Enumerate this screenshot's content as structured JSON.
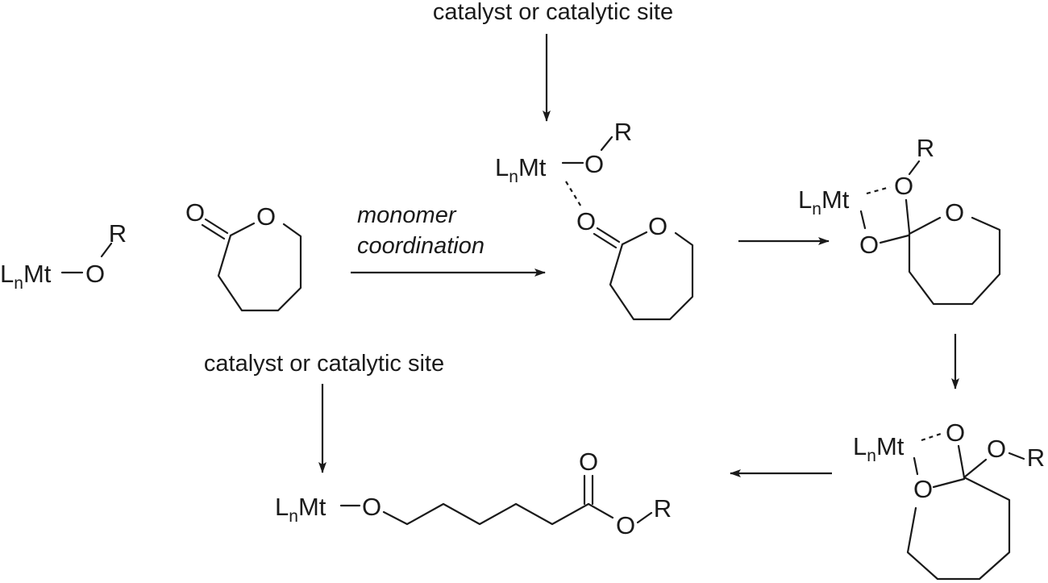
{
  "labels": {
    "catalyst_top": "catalyst or catalytic site",
    "catalyst_bottom": "catalyst or catalytic site",
    "step_line1": "monomer",
    "step_line2": "coordination"
  },
  "atoms": {
    "metal": "L",
    "metal_sub": "n",
    "metal_rest": "Mt",
    "oxygen": "O",
    "alkyl": "R"
  }
}
